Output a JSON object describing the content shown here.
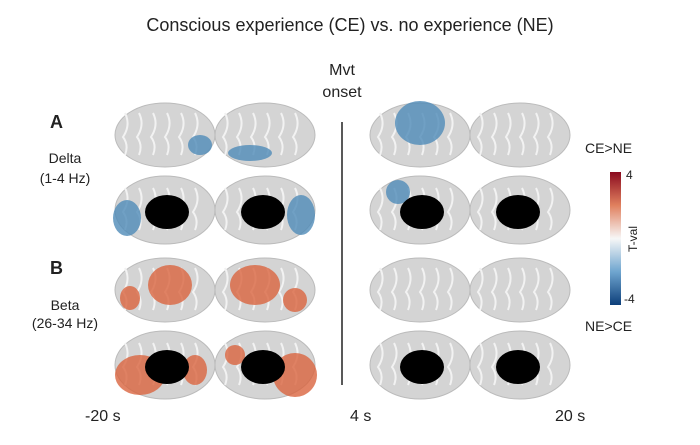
{
  "title": "Conscious experience (CE) vs. no experience (NE)",
  "onset": {
    "line1": "Mvt",
    "line2": "onset"
  },
  "panels": [
    {
      "letter": "A",
      "band": "Delta",
      "range": "(1-4 Hz)"
    },
    {
      "letter": "B",
      "band": "Beta",
      "range": "(26-34 Hz)"
    }
  ],
  "times": [
    "-20 s",
    "4 s",
    "20 s"
  ],
  "colorbar": {
    "top_label": "CE>NE",
    "bottom_label": "NE>CE",
    "max": "4",
    "min": "-4",
    "title": "T-val",
    "colors": {
      "max": "#8b0a1f",
      "mid": "#f7f7f7",
      "min": "#0d3f7a"
    }
  },
  "colors": {
    "brain": "#d4d4d4",
    "positive": "#d9643e",
    "negative": "#4f8bb8"
  }
}
